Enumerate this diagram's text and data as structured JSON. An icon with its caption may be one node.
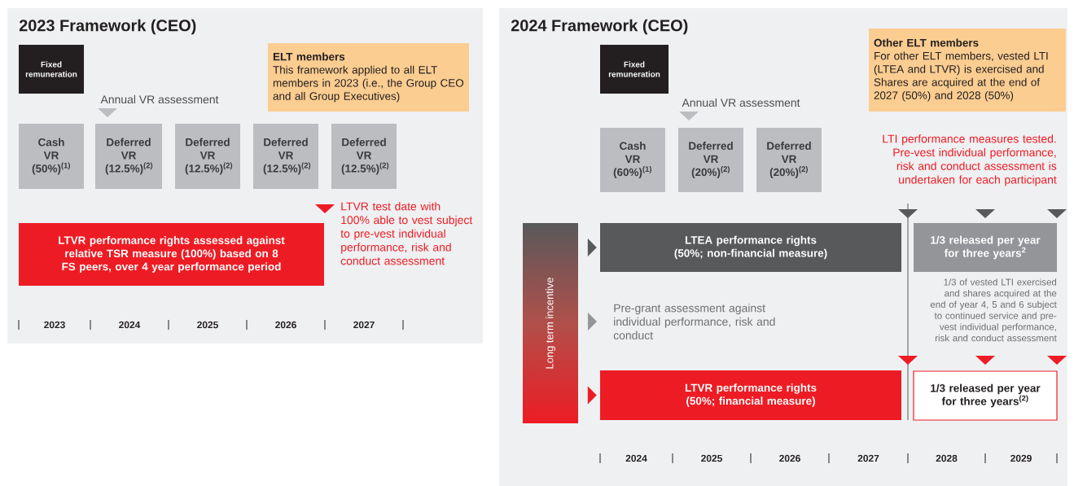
{
  "diagram": {
    "nodes": [
      {
        "text": [
          "2023 Framework (CEO)"
        ]
      },
      {
        "text": [
          "Fixed remuneration"
        ],
        "in": 0
      },
      {
        "text": [
          "ELT members",
          "This framework applied to all ELT members in 2023 (i.e., the Group CEO and all Group Executives)"
        ],
        "in": 0
      },
      {
        "text": [
          "Cash VR (50%)$^{(1)}$"
        ],
        "in": 0
      },
      {
        "text": [
          "Deferred VR (12.5%)$^{(2)}$"
        ],
        "in": 0
      },
      {
        "text": [
          "Deferred VR (12.5%)$^{(2)}$"
        ],
        "in": 0
      },
      {
        "text": [
          "Deferred VR (12.5%)$^{(2)}$"
        ],
        "in": 0
      },
      {
        "text": [
          "Deferred VR (12.5%)$^{(2)}$"
        ],
        "in": 0
      },
      {
        "text": [
          "LTVR performance rights assessed against relative TSR measure (100%) based on 8 FS peers, over 4 year performance period"
        ],
        "in": 0
      },
      {
        "text": [
          "2024 Framework (CEO)"
        ]
      },
      {
        "text": [
          "Fixed remuneration"
        ],
        "in": 9
      },
      {
        "text": [
          "Other ELT members",
          "For other ELT members, vested LTI (LTEA and LTVR) is exercised and Shares are acquired at the end of 2027 (50%) and 2028 (50%)"
        ],
        "in": 9
      },
      {
        "text": [
          "Cash VR (60%)$^{(1)}$"
        ],
        "in": 9
      },
      {
        "text": [
          "Deferred VR (20%)$^{(2)}$"
        ],
        "in": 9
      },
      {
        "text": [
          "Deferred VR (20%)$^{(2)}$"
        ],
        "in": 9
      },
      {
        "text": [
          "Long term incentive"
        ],
        "in": 9
      },
      {
        "text": [
          "LTEA performance rights (50%; non-financial measure)"
        ],
        "in": 9
      },
      {
        "text": [
          "1/3 released per year for three years$^{2}$"
        ],
        "in": 9,
        "beside": [
          "1/3 of vested LTI exercised and shares acquired at the end of year 4, 5 and 6 subject to continued service and pre-vest individual performance, risk and conduct assessment"
        ]
      },
      {
        "text": [
          "Pre-grant assessment against individual performance, risk and conduct"
        ],
        "in": 9
      },
      {
        "text": [
          "LTVR performance rights (50%; financial measure)"
        ],
        "in": 9
      },
      {
        "text": [
          "1/3 released per year for three years$^{(2)}$"
        ],
        "in": 9
      }
    ],
    "edges": [
      {
        "from": 15,
        "to": 16,
        "arrow": "to",
        "color": "#58595b"
      },
      {
        "from": 15,
        "to": 18,
        "arrow": "to",
        "color": "#939598"
      },
      {
        "from": 15,
        "to": 19,
        "arrow": "to",
        "color": "#ed1c24"
      }
    ],
    "labels": [
      "Annual VR assessment",
      "LTVR test date with 100% able to vest subject to pre-vest individual performance, risk and conduct assessment",
      "2023",
      "2024",
      "2025",
      "2026",
      "2027",
      "Annual VR assessment",
      "LTI performance measures tested. Pre-vest individual performance, risk and conduct assessment is undertaken for each participant",
      "2024",
      "2025",
      "2026",
      "2027",
      "2028",
      "2029"
    ]
  }
}
